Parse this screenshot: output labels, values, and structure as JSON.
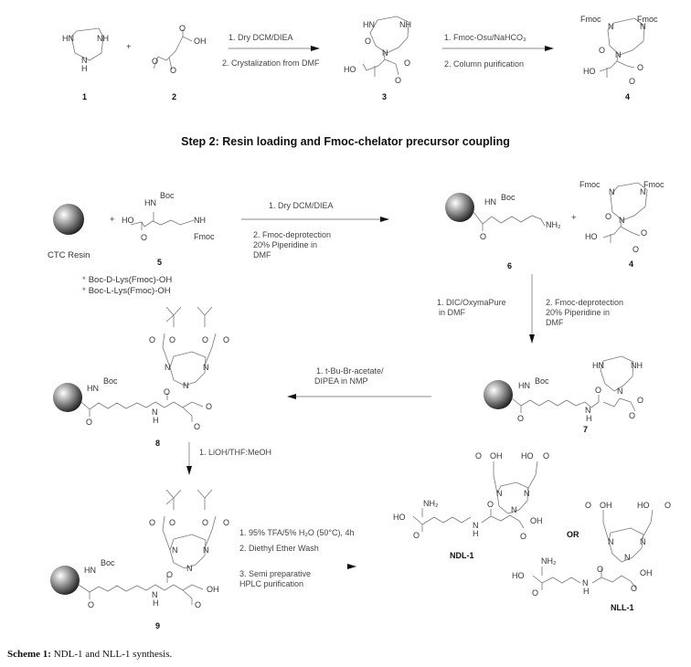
{
  "figure": {
    "step2_title": "Step 2: Resin loading and Fmoc-chelator precursor coupling",
    "caption_label": "Scheme 1:",
    "caption_text": "NDL-1 and NLL-1 synthesis."
  },
  "compounds": {
    "c1": "1",
    "c2": "2",
    "c3": "3",
    "c4": "4",
    "c5": "5",
    "c6": "6",
    "c7": "7",
    "c8": "8",
    "c9": "9",
    "ndl": "NDL-1",
    "nll": "NLL-1",
    "resin": "CTC Resin",
    "or": "OR"
  },
  "starting_materials": [
    {
      "marker": "*",
      "name": "Boc-D-Lys(Fmoc)-OH"
    },
    {
      "marker": "*",
      "name": "Boc-L-Lys(Fmoc)-OH"
    }
  ],
  "reactions": {
    "r1": [
      "1. Dry DCM/DIEA",
      "2. Crystalization from DMF"
    ],
    "r2": [
      "1. Fmoc-Osu/NaHCO₃",
      "2. Column purification"
    ],
    "r3": [
      "1. Dry DCM/DIEA",
      "2. Fmoc-deprotection",
      "20% Piperidine in",
      "DMF"
    ],
    "r4_left": [
      "1. DIC/OxymaPure",
      "in DMF"
    ],
    "r4_right": [
      "2. Fmoc-deprotection",
      "20% Piperidine in",
      "DMF"
    ],
    "r5": [
      "1. t-Bu-Br-acetate/",
      "DIPEA in NMP"
    ],
    "r6": [
      "1. LiOH/THF:MeOH"
    ],
    "r7": [
      "1. 95% TFA/5% H₂O (50°C), 4h",
      "2. Diethyl Ether Wash",
      "3. Semi preparative",
      "HPLC purification"
    ]
  },
  "atoms": {
    "HN": "HN",
    "NH": "NH",
    "N": "N",
    "H": "H",
    "O": "O",
    "OH": "OH",
    "HO": "HO",
    "NH2": "NH₂",
    "Boc": "Boc",
    "Fmoc": "Fmoc",
    "plus": "+"
  },
  "colors": {
    "star": "#3a5bb0"
  }
}
